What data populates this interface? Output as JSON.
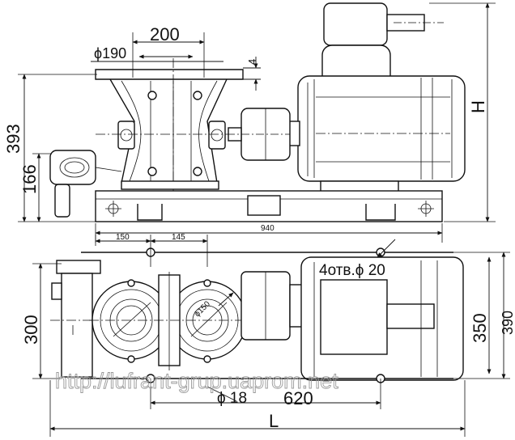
{
  "drawing": {
    "side_view": {
      "dim_top_width": "200",
      "dim_flange_dia": "ϕ190",
      "dim_flange_thk": "4",
      "dim_total_height": "393",
      "dim_axis_height": "166",
      "dim_motor_height": "H",
      "dim_base_length": "940"
    },
    "plan_view": {
      "dim_offset_left": "150",
      "dim_pump_spacing": "145",
      "dim_mount_holes": "4отв.ϕ 20",
      "dim_pump_dia": "ϕ150",
      "dim_width_inner": "350",
      "dim_width_outer": "390",
      "dim_width_left": "300",
      "dim_bolt_dia": "ϕ 18",
      "dim_hole_spacing": "620",
      "dim_total_length": "L"
    },
    "watermark": "http://lufrant-grup.uaprom.net"
  }
}
